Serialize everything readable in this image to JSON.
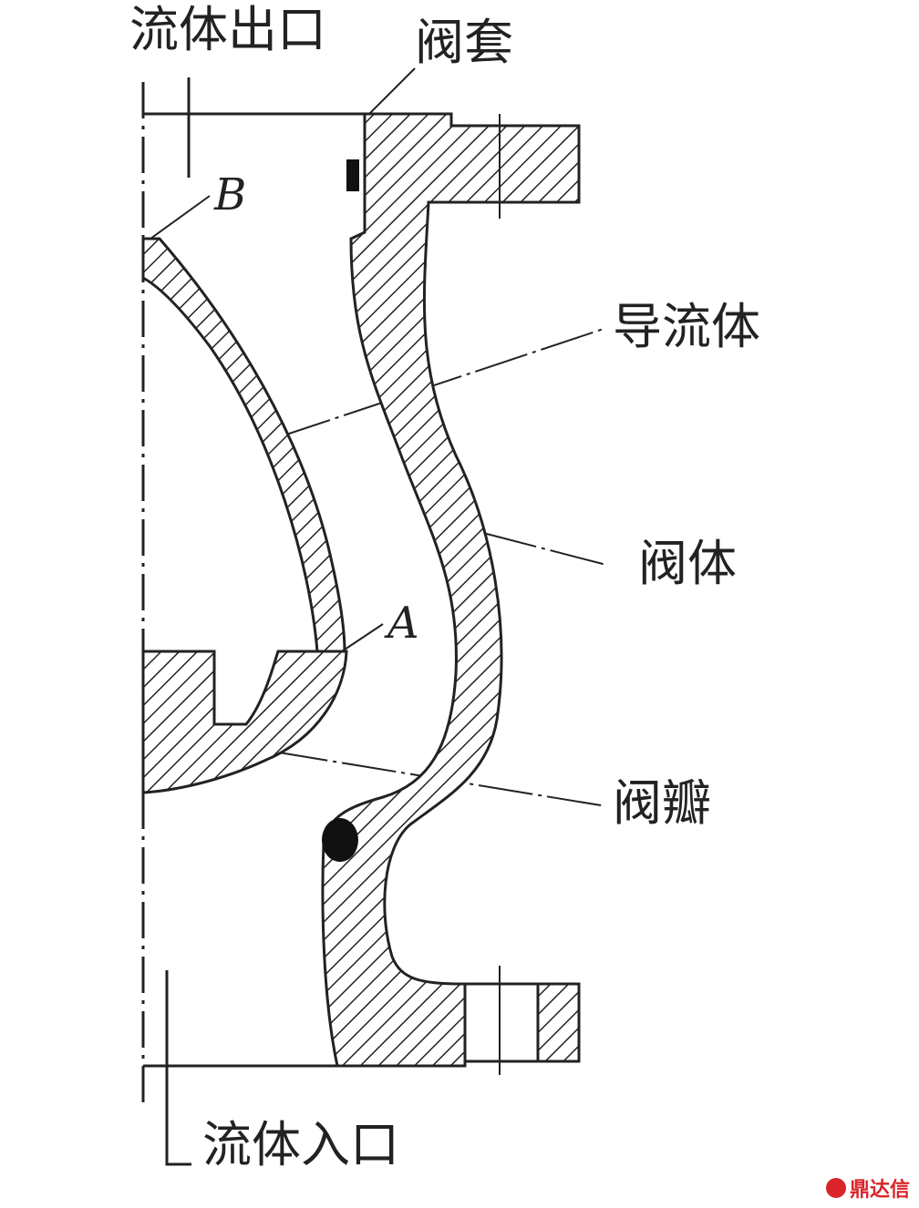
{
  "labels": {
    "outlet": "流体出口",
    "sleeve": "阀套",
    "point_b": "B",
    "guide": "导流体",
    "body": "阀体",
    "point_a": "A",
    "disc": "阀瓣",
    "inlet": "流体入口"
  },
  "watermark": "鼎达信",
  "colors": {
    "line": "#222222",
    "watermark": "#d9252a"
  }
}
